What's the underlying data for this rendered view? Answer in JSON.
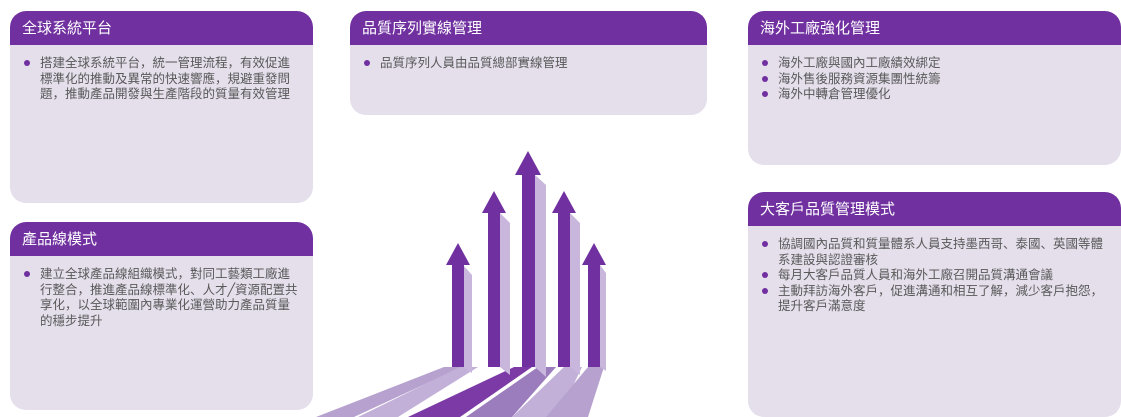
{
  "cards": [
    {
      "title": "全球系統平台",
      "bullets": [
        "搭建全球系統平台，統一管理流程，有效促進標準化的推動及異常的快速響應，規避重發問題，推動產品開發與生產階段的質量有效管理"
      ]
    },
    {
      "title": "產品線模式",
      "bullets": [
        "建立全球產品線組織模式，對同工藝類工廠進行整合，推進產品線標準化、人才╱資源配置共享化，以全球範圍內專業化運營助力產品質量的穩步提升"
      ]
    },
    {
      "title": "品質序列實線管理",
      "bullets": [
        "品質序列人員由品質總部實線管理"
      ]
    },
    {
      "title": "海外工廠強化管理",
      "bullets": [
        "海外工廠與國內工廠績效綁定",
        "海外售後服務資源集團性統籌",
        "海外中轉倉管理優化"
      ]
    },
    {
      "title": "大客戶品質管理模式",
      "bullets": [
        "協調國內品質和質量體系人員支持墨西哥、泰國、英國等體系建設與認證審核",
        "每月大客戶品質人員和海外工廠召開品質溝通會議",
        "主動拜訪海外客戶，促進溝通和相互了解，減少客戶抱怨，提升客戶滿意度"
      ]
    }
  ],
  "colors": {
    "accent": "#7030a0",
    "card_fill": "#e5dfec",
    "text": "#595959",
    "beam_light": "#b7a1cf"
  }
}
